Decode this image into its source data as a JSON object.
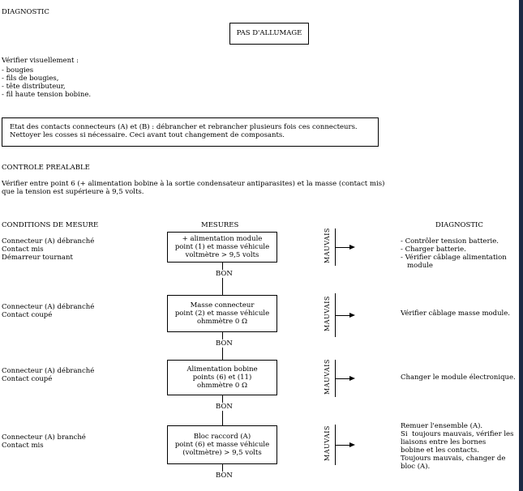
{
  "header": {
    "label": "DIAGNOSTIC"
  },
  "title_box": {
    "text": "PAS D'ALLUMAGE"
  },
  "visual_check": {
    "intro": "Vérifier visuellement :",
    "items": [
      "- bougies",
      "- fils de bougies,",
      "- tête distributeur,",
      "- fil haute tension bobine."
    ]
  },
  "note_box": {
    "lines": [
      "Etat des contacts connecteurs (A) et (B) : débrancher et rebrancher plusieurs fois ces connecteurs.",
      "Nettoyer les cosses si nécessaire. Ceci avant tout changement de composants."
    ]
  },
  "prelim": {
    "heading": "CONTROLE PREALABLE",
    "lines": [
      "Vérifier entre point 6 (+ alimentation bobine à la sortie condensateur antiparasites) et la masse (contact mis)",
      "que la tension est supérieure à 9,5 volts."
    ]
  },
  "columns": {
    "conditions": "CONDITIONS DE MESURE",
    "measures": "MESURES",
    "diagnostic": "DIAGNOSTIC"
  },
  "steps": [
    {
      "conditions": [
        "Connecteur (A) débranché",
        "Contact mis",
        "Démarreur tournant"
      ],
      "measure": [
        "+ alimentation module",
        "point (1) et masse véhicule",
        "voltmètre > 9,5 volts"
      ],
      "bad_label": "MAUVAIS",
      "good_label": "BON",
      "diagnostic": [
        "- Contrôler tension batterie.",
        "- Charger batterie.",
        "- Vérifier câblage alimentation",
        "   module"
      ]
    },
    {
      "conditions": [
        "Connecteur (A) débranché",
        "Contact coupé"
      ],
      "measure": [
        "Masse connecteur",
        "point (2) et masse véhicule",
        "ohmmètre 0 Ω"
      ],
      "bad_label": "MAUVAIS",
      "good_label": "BON",
      "diagnostic": [
        "Vérifier câblage masse module."
      ]
    },
    {
      "conditions": [
        "Connecteur (A) débranché",
        "Contact coupé"
      ],
      "measure": [
        "Alimentation bobine",
        "points (6) et (11)",
        "ohmmètre 0 Ω"
      ],
      "bad_label": "MAUVAIS",
      "good_label": "BON",
      "diagnostic": [
        "Changer le module électronique."
      ]
    },
    {
      "conditions": [
        "Connecteur (A) branché",
        "Contact mis"
      ],
      "measure": [
        "Bloc raccord (A)",
        "point (6) et masse véhicule",
        "(voltmètre) > 9,5 volts"
      ],
      "bad_label": "MAUVAIS",
      "good_label": "BON",
      "diagnostic": [
        "Remuer l'ensemble (A).",
        "Si  toujours mauvais, vérifier les",
        "liaisons entre les bornes",
        "bobine et les contacts.",
        "Toujours mauvais, changer de",
        "bloc (A)."
      ]
    }
  ]
}
